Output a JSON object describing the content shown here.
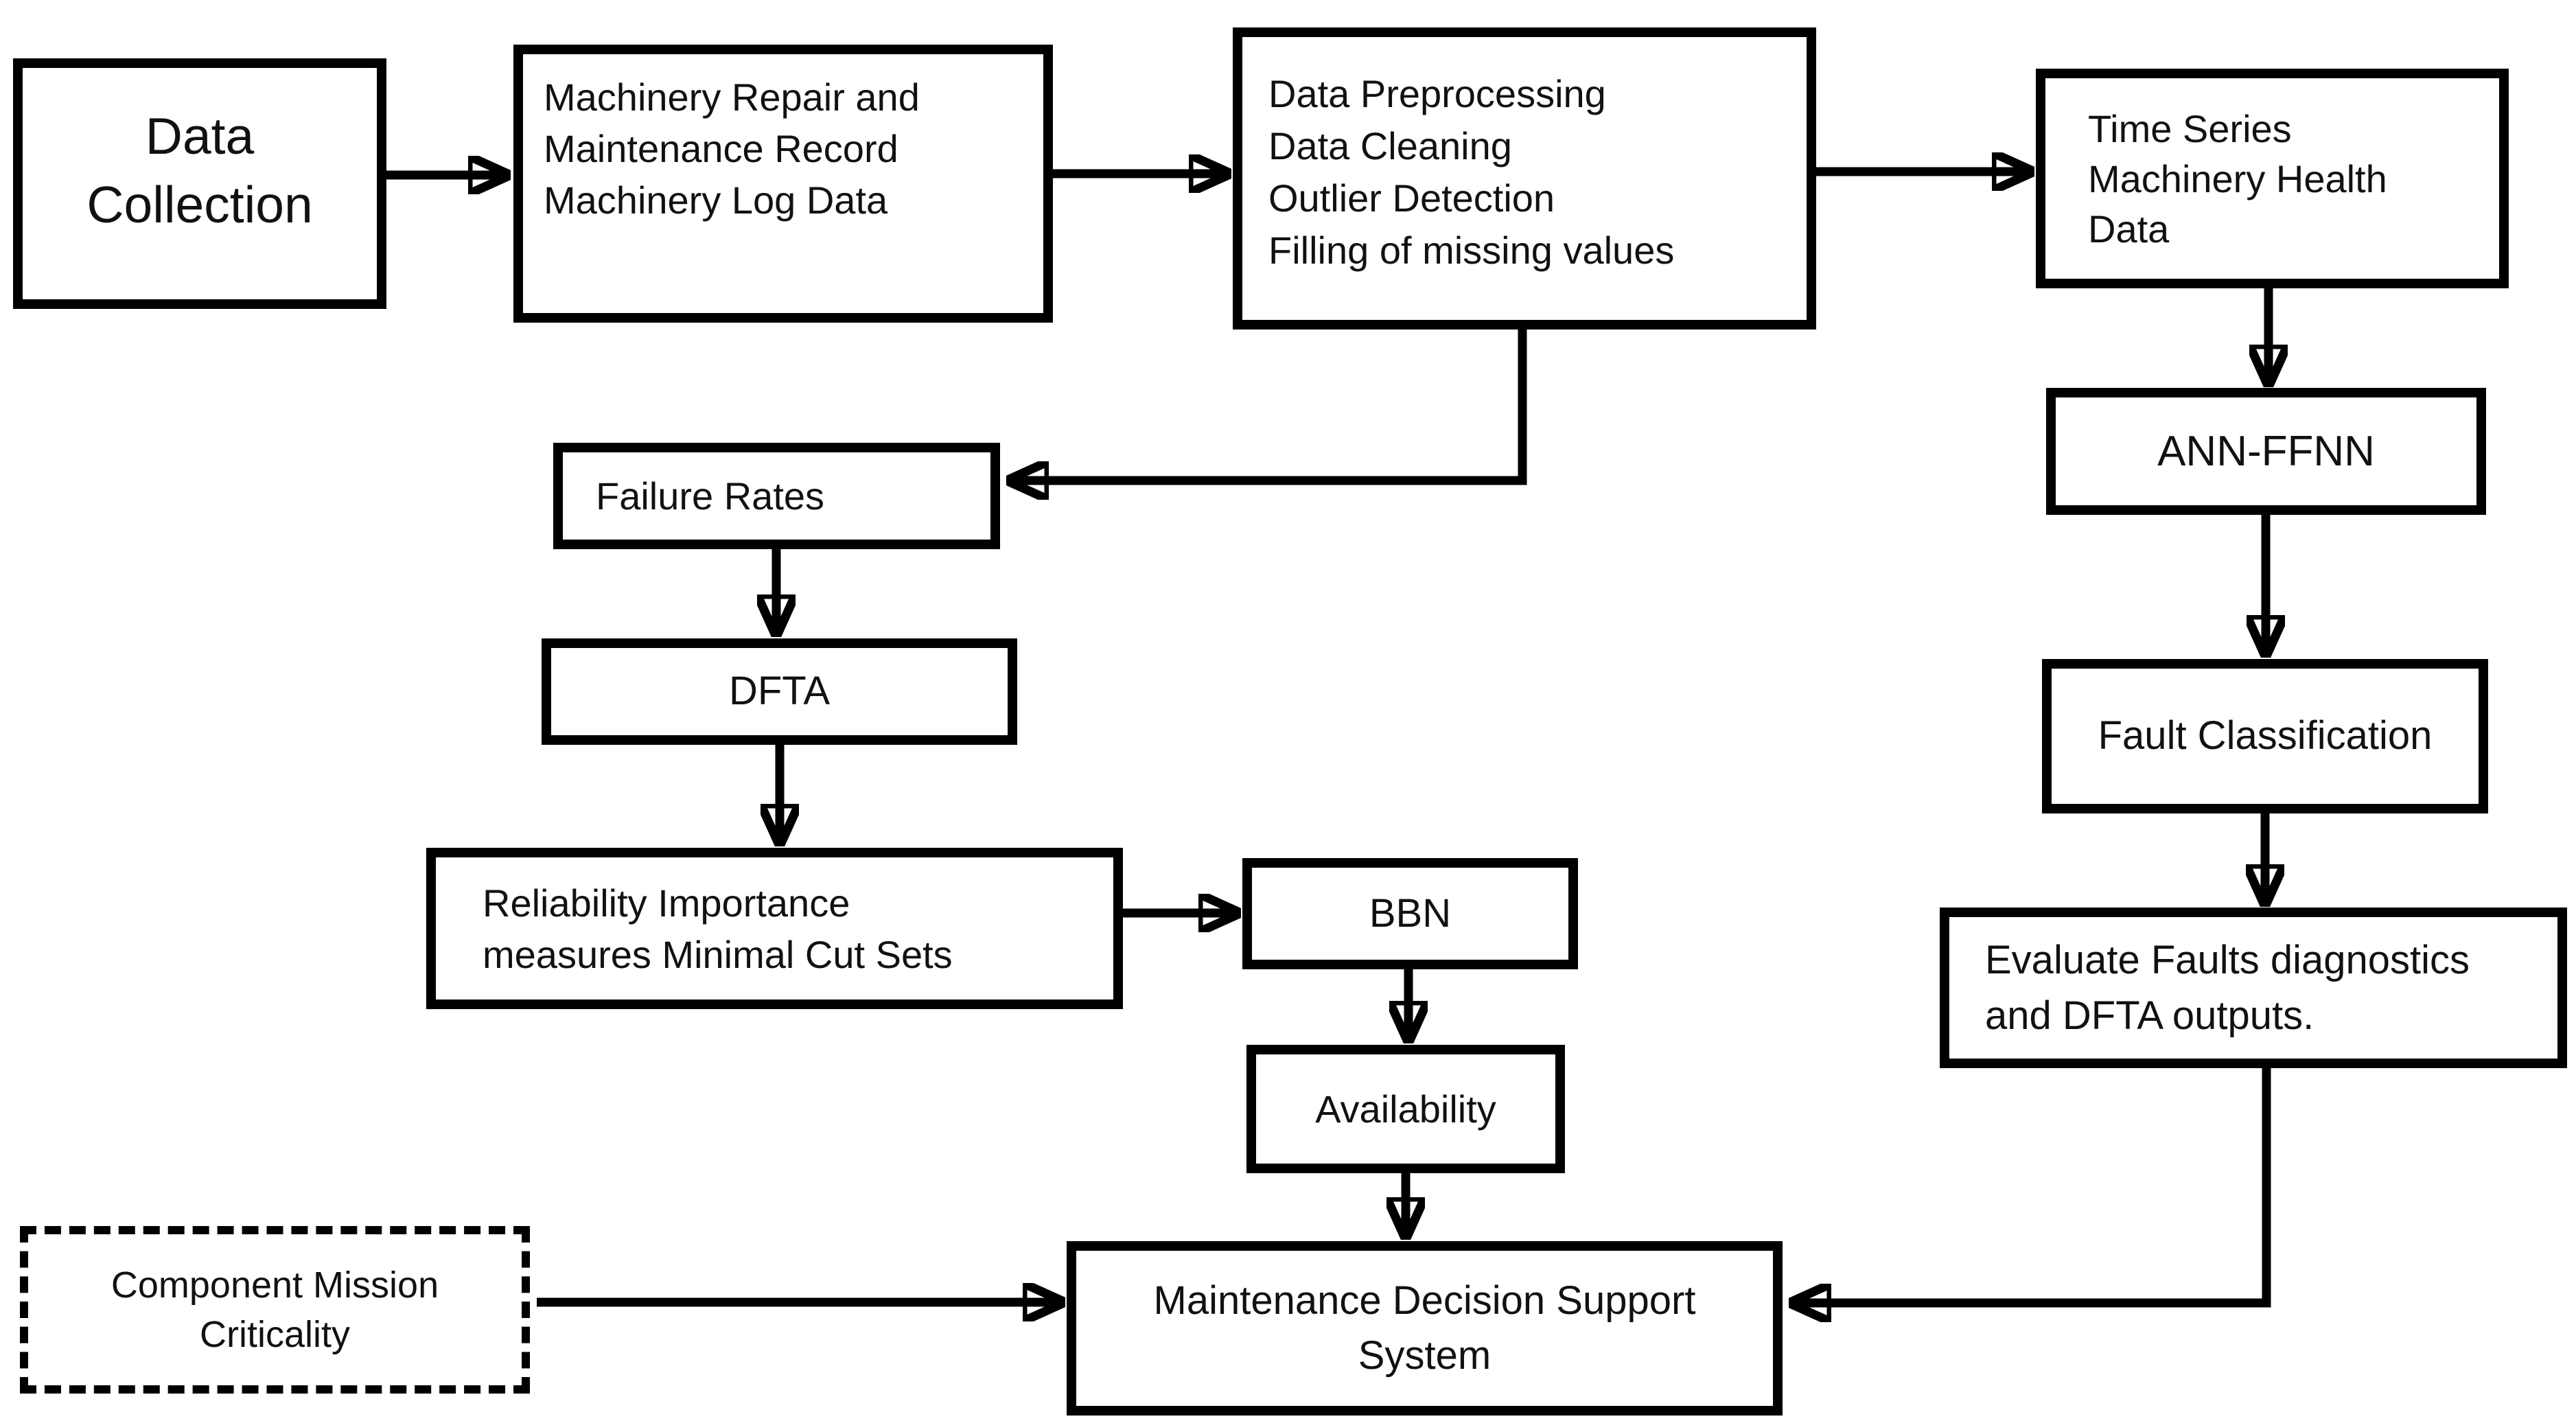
{
  "diagram": {
    "title": "Maintenance decision support system flowchart",
    "colors": {
      "background": "#ffffff",
      "line": "#000000",
      "text": "#111111"
    },
    "nodes": [
      {
        "id": "data-collection",
        "label": "Data\nCollection",
        "border": "solid"
      },
      {
        "id": "machinery-record",
        "label": "Machinery Repair and\nMaintenance Record\nMachinery Log Data",
        "border": "solid"
      },
      {
        "id": "data-preprocessing",
        "label": "Data Preprocessing\nData Cleaning\nOutlier Detection\nFilling of missing values",
        "border": "solid"
      },
      {
        "id": "time-series",
        "label": "Time Series\nMachinery Health\nData",
        "border": "solid"
      },
      {
        "id": "ann-ffnn",
        "label": "ANN-FFNN",
        "border": "solid"
      },
      {
        "id": "fault-classification",
        "label": "Fault Classification",
        "border": "solid"
      },
      {
        "id": "evaluate-faults",
        "label": "Evaluate Faults diagnostics\nand DFTA outputs.",
        "border": "solid"
      },
      {
        "id": "failure-rates",
        "label": "Failure Rates",
        "border": "solid"
      },
      {
        "id": "dfta",
        "label": "DFTA",
        "border": "solid"
      },
      {
        "id": "reliability-importance",
        "label": "Reliability Importance\nmeasures Minimal Cut Sets",
        "border": "solid"
      },
      {
        "id": "bbn",
        "label": "BBN",
        "border": "solid"
      },
      {
        "id": "availability",
        "label": "Availability",
        "border": "solid"
      },
      {
        "id": "component-mission-criticality",
        "label": "Component Mission\nCriticality",
        "border": "dashed"
      },
      {
        "id": "mdss",
        "label": "Maintenance Decision Support\nSystem",
        "border": "solid"
      }
    ],
    "edges": [
      {
        "from": "data-collection",
        "to": "machinery-record"
      },
      {
        "from": "machinery-record",
        "to": "data-preprocessing"
      },
      {
        "from": "data-preprocessing",
        "to": "time-series"
      },
      {
        "from": "time-series",
        "to": "ann-ffnn"
      },
      {
        "from": "ann-ffnn",
        "to": "fault-classification"
      },
      {
        "from": "fault-classification",
        "to": "evaluate-faults"
      },
      {
        "from": "evaluate-faults",
        "to": "mdss"
      },
      {
        "from": "data-preprocessing",
        "to": "failure-rates"
      },
      {
        "from": "failure-rates",
        "to": "dfta"
      },
      {
        "from": "dfta",
        "to": "reliability-importance"
      },
      {
        "from": "reliability-importance",
        "to": "bbn"
      },
      {
        "from": "bbn",
        "to": "availability"
      },
      {
        "from": "availability",
        "to": "mdss"
      },
      {
        "from": "component-mission-criticality",
        "to": "mdss"
      }
    ]
  }
}
